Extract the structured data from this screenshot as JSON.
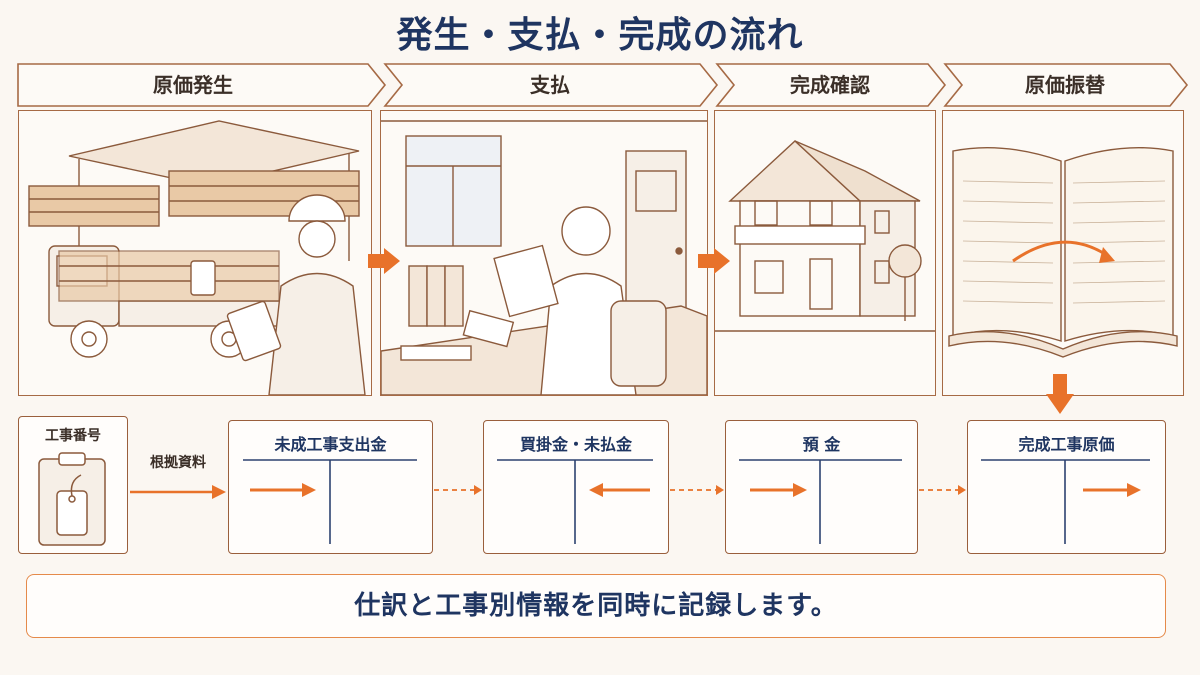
{
  "title": "発生・支払・完成の流れ",
  "steps": [
    {
      "label": "原価発生",
      "scene": "lumber-delivery"
    },
    {
      "label": "支払",
      "scene": "office-accounting"
    },
    {
      "label": "完成確認",
      "scene": "completed-house"
    },
    {
      "label": "原価振替",
      "scene": "ledger-book"
    }
  ],
  "construction_number": {
    "label": "工事番号",
    "icon": "clipboard-tag-icon"
  },
  "evidence_label": "根拠資料",
  "accounts": [
    {
      "title": "未成工事支出金",
      "arrow": "right"
    },
    {
      "title": "買掛金・未払金",
      "arrow": "left"
    },
    {
      "title": "預 金",
      "arrow": "right"
    },
    {
      "title": "完成工事原価",
      "arrow": "right"
    }
  ],
  "footer_note": "仕訳と工事別情報を同時に記録します。",
  "colors": {
    "accent": "#e8722a",
    "navy": "#1f3561",
    "line": "#a66a45",
    "background": "#fbf7f2"
  }
}
